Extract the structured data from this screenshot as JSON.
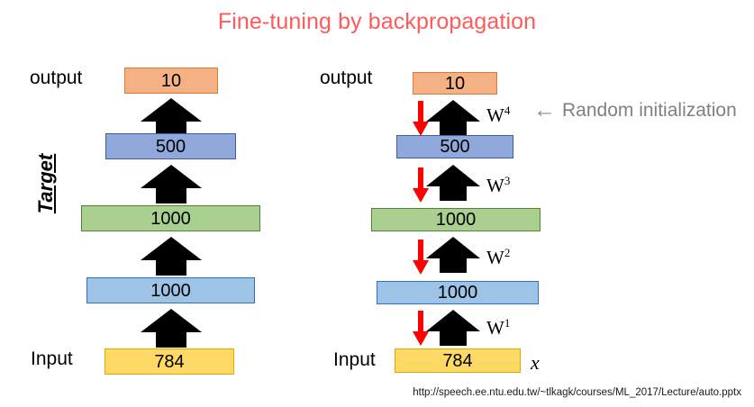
{
  "slide": {
    "title": "Fine-tuning by backpropagation",
    "title_color": "#FF5A5A",
    "source_url": "http://speech.ee.ntu.edu.tw/~tlkagk/courses/ML_2017/Lecture/auto.pptx"
  },
  "target_label": "Target",
  "left_network": {
    "output_label": "output",
    "input_label": "Input",
    "layers": [
      {
        "value": "10",
        "color": "#F4B183",
        "border": "#D97B35"
      },
      {
        "value": "500",
        "color": "#91A8DA",
        "border": "#3D5E9E"
      },
      {
        "value": "1000",
        "color": "#A9D08E",
        "border": "#548235"
      },
      {
        "value": "1000",
        "color": "#9DC3E6",
        "border": "#2E75B6"
      },
      {
        "value": "784",
        "color": "#FFD966",
        "border": "#DFA800"
      }
    ]
  },
  "right_network": {
    "output_label": "output",
    "input_label": "Input",
    "input_symbol": "x",
    "layers": [
      {
        "value": "10",
        "color": "#F4B183",
        "border": "#D97B35"
      },
      {
        "value": "500",
        "color": "#91A8DA",
        "border": "#3D5E9E"
      },
      {
        "value": "1000",
        "color": "#A9D08E",
        "border": "#548235"
      },
      {
        "value": "1000",
        "color": "#9DC3E6",
        "border": "#2E75B6"
      },
      {
        "value": "784",
        "color": "#FFD966",
        "border": "#DFA800"
      }
    ],
    "weights": [
      {
        "base": "W",
        "sup": "4"
      },
      {
        "base": "W",
        "sup": "3"
      },
      {
        "base": "W",
        "sup": "2"
      },
      {
        "base": "W",
        "sup": "1"
      }
    ]
  },
  "annotation": {
    "arrow_glyph": "←",
    "text": "Random initialization",
    "color": "#808080"
  }
}
